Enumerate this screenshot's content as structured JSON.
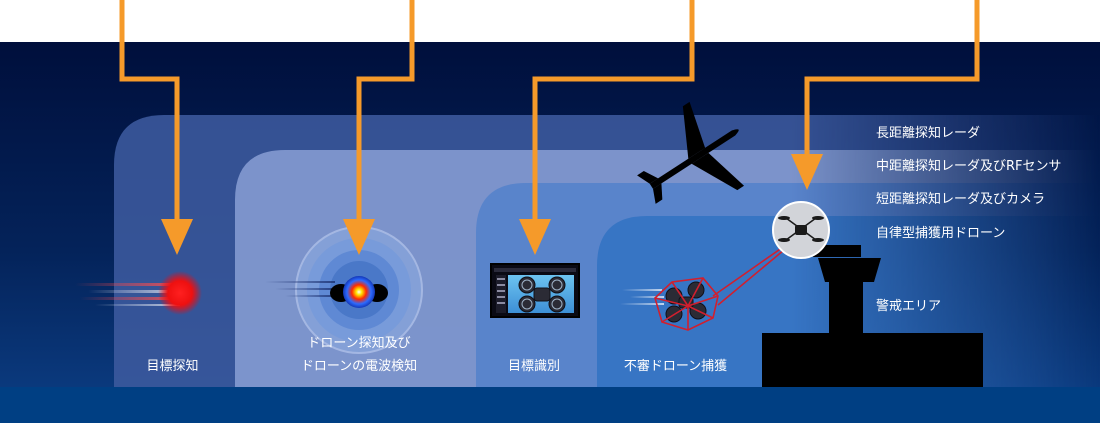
{
  "zones": {
    "long_range_radar": "長距離探知レーダ",
    "mid_range_radar_rf": "中距離探知レーダ及びRFセンサ",
    "short_range_radar_camera": "短距離探知レーダ及びカメラ",
    "autonomous_capture_drone": "自律型捕獲用ドローン",
    "protected_area": "警戒エリア"
  },
  "stages": {
    "target_detection": "目標探知",
    "drone_detection_line1": "ドローン探知及び",
    "drone_detection_line2": "ドローンの電波検知",
    "target_identification": "目標識別",
    "rogue_drone_capture": "不審ドローン捕獲"
  },
  "colors": {
    "sky_top": "#000f3c",
    "sky_bottom": "#0c3f86",
    "arrow": "#f59a2a",
    "signal_red": "#ff1a1a",
    "net_red": "#d11f2e",
    "silhouette": "#000000"
  },
  "icons": [
    "airplane-icon",
    "radar-pulse-icon",
    "drone-heatmap-icon",
    "monitor-drone-icon",
    "captured-drone-icon",
    "capture-drone-icon",
    "control-tower-icon"
  ]
}
